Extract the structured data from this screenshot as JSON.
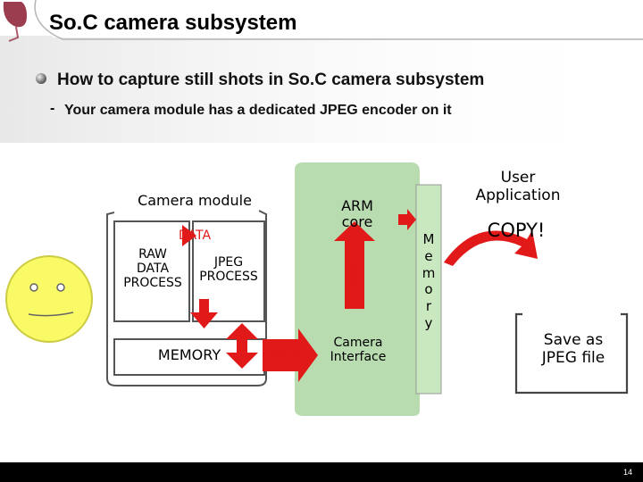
{
  "title": "So.C camera subsystem",
  "bullet": "How to capture still shots in So.C camera subsystem",
  "sub_bullet": "Your camera module has a dedicated JPEG encoder on it",
  "sub_bullet_dash": "-",
  "diagram": {
    "camera_module_label": "Camera module",
    "data_top": "DATA",
    "raw_lines": [
      "RAW",
      "DATA",
      "PROCESS"
    ],
    "jpeg_lines": [
      "JPEG",
      "PROCESS"
    ],
    "memory_label": "MEMORY",
    "data_arrow": "DATA",
    "arm_lines": [
      "ARM",
      "core"
    ],
    "data_vertical": "DATA",
    "camera_interface_lines": [
      "Camera",
      "Interface"
    ],
    "memory_letters": [
      "M",
      "e",
      "m",
      "o",
      "r",
      "y"
    ],
    "user_app_lines": [
      "User",
      "Application"
    ],
    "copy_label": "COPY!",
    "save_lines": [
      "Save as",
      "JPEG file"
    ]
  },
  "page_number": "14",
  "colors": {
    "title_wine": "#7a1024",
    "green_soc": "#b8dcb0",
    "red_arrow": "#e11919",
    "face_yellow": "#fafa66",
    "memory_bar": "#c9e8c0"
  }
}
